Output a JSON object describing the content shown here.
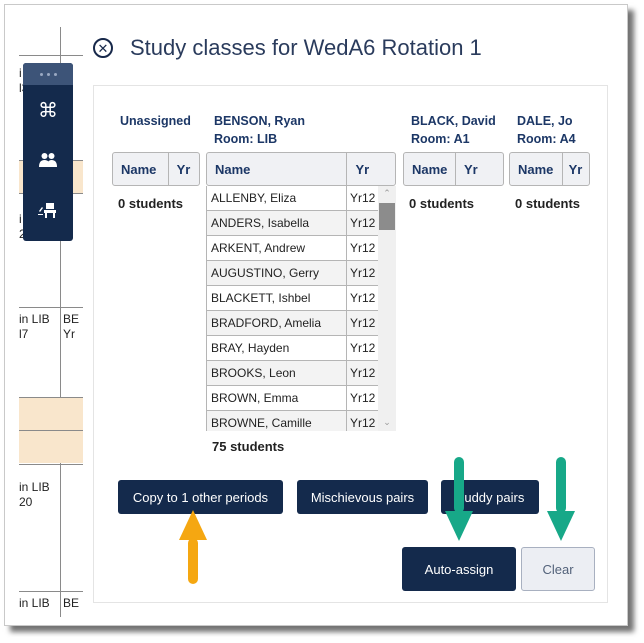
{
  "background": {
    "rows": [
      {
        "text_a": "i",
        "text_b": "l3"
      },
      {
        "text_a": "i",
        "text_b": "2"
      },
      {
        "text_a": "in LIB",
        "text_b": "l7",
        "text_c": "BE",
        "text_d": "Yr"
      },
      {
        "text_a": "in LIB",
        "text_b": "20"
      },
      {
        "text_a": "in LIB",
        "text_c": "BE"
      }
    ],
    "shade_color": "#f9e6cc"
  },
  "toolbar": {
    "items": [
      {
        "icon": "command-icon",
        "glyph": "⌘"
      },
      {
        "icon": "people-icon",
        "glyph": "👥"
      },
      {
        "icon": "classroom-icon",
        "glyph": "⛶"
      }
    ]
  },
  "modal": {
    "title": "Study classes for WedA6 Rotation 1",
    "close_glyph": "✕",
    "columns": [
      {
        "title": "Unassigned",
        "subtitle": "",
        "headers": [
          "Name",
          "Yr"
        ],
        "count": "0 students"
      },
      {
        "title": "BENSON, Ryan",
        "subtitle": "Room: LIB",
        "headers": [
          "Name",
          "Yr"
        ],
        "count": "75 students",
        "students": [
          {
            "name": "ALLENBY, Eliza",
            "yr": "Yr12"
          },
          {
            "name": "ANDERS, Isabella",
            "yr": "Yr12"
          },
          {
            "name": "ARKENT, Andrew",
            "yr": "Yr12"
          },
          {
            "name": "AUGUSTINO, Gerry",
            "yr": "Yr12"
          },
          {
            "name": "BLACKETT, Ishbel",
            "yr": "Yr12"
          },
          {
            "name": "BRADFORD, Amelia",
            "yr": "Yr12"
          },
          {
            "name": "BRAY, Hayden",
            "yr": "Yr12"
          },
          {
            "name": "BROOKS, Leon",
            "yr": "Yr12"
          },
          {
            "name": "BROWN, Emma",
            "yr": "Yr12"
          },
          {
            "name": "BROWNE, Camille",
            "yr": "Yr12"
          }
        ]
      },
      {
        "title": "BLACK, David",
        "subtitle": "Room: A1",
        "headers": [
          "Name",
          "Yr"
        ],
        "count": "0 students"
      },
      {
        "title": "DALE, Jo",
        "subtitle": "Room: A4",
        "headers": [
          "Name",
          "Yr"
        ],
        "count": "0 students"
      }
    ],
    "scroll_up": "^",
    "scroll_down": "v",
    "buttons": {
      "copy": "Copy to 1 other periods",
      "mischievous": "Mischievous pairs",
      "buddy": "Buddy pairs",
      "auto_assign": "Auto-assign",
      "clear": "Clear"
    }
  },
  "annotations": {
    "arrow_up_color": "#f5a711",
    "arrow_down_color": "#17a888"
  }
}
